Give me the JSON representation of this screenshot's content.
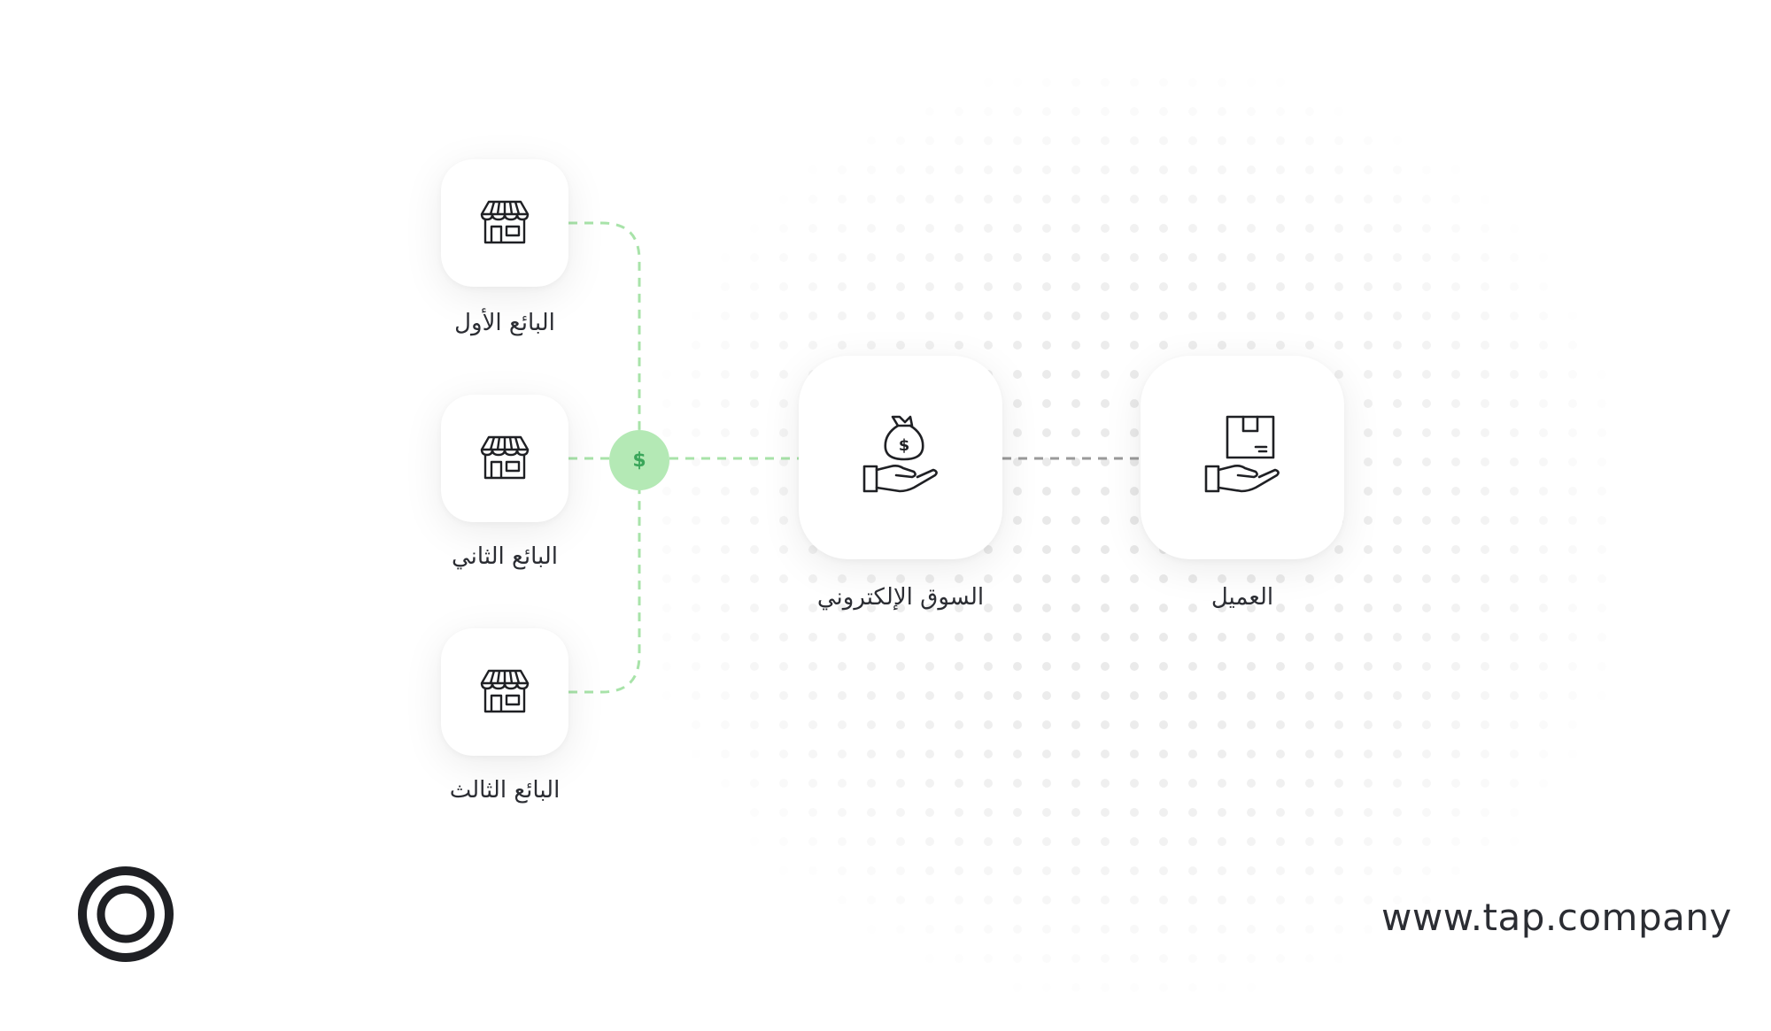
{
  "nodes": {
    "seller1": {
      "label": "البائع الأول",
      "icon": "store-icon"
    },
    "seller2": {
      "label": "البائع الثاني",
      "icon": "store-icon"
    },
    "seller3": {
      "label": "البائع الثالث",
      "icon": "store-icon"
    },
    "marketplace": {
      "label": "السوق الإلكتروني",
      "icon": "money-bag-hand-icon"
    },
    "customer": {
      "label": "العميل",
      "icon": "box-hand-icon"
    }
  },
  "payment_node": {
    "symbol": "$",
    "icon": "dollar-icon"
  },
  "footer": {
    "url": "www.tap.company",
    "logo": "tap-logo-icon"
  },
  "colors": {
    "green_line": "#a8e3a9",
    "green_node": "#b4e9b5",
    "gray_line": "#9a9a9a",
    "text": "#2b2d33",
    "dots": "#e6e6e6"
  }
}
